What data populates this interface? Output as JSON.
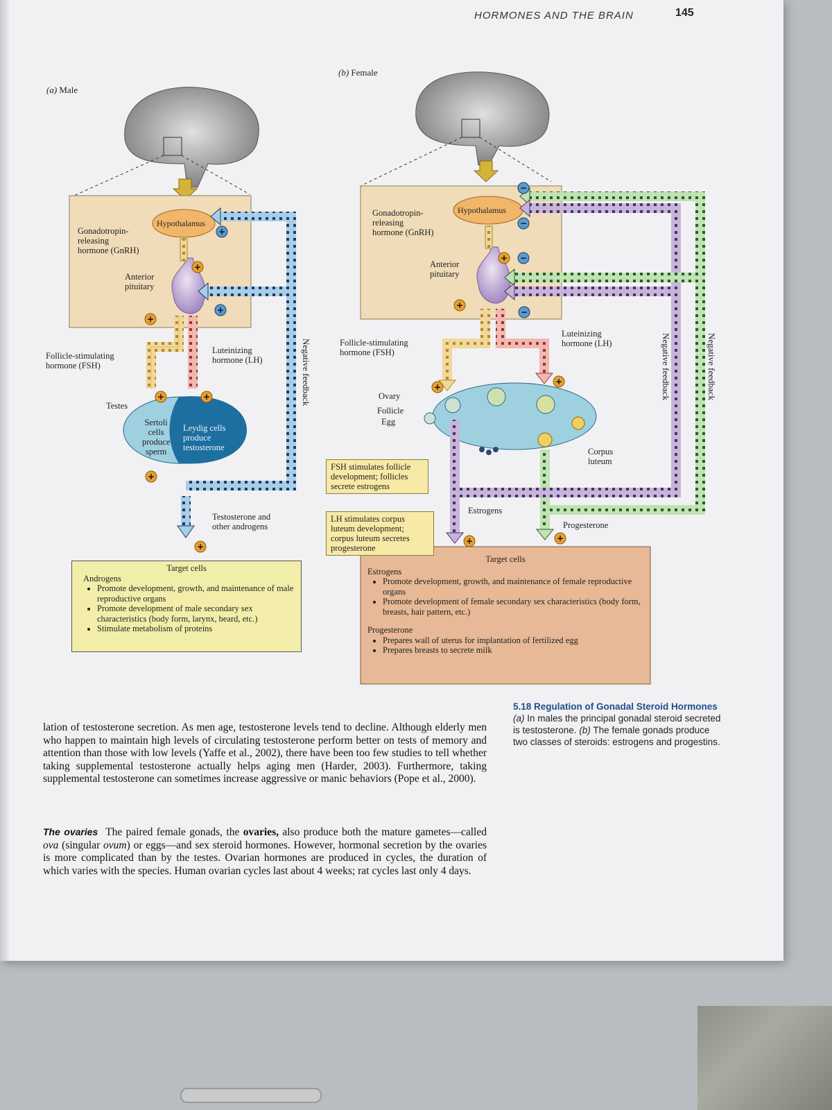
{
  "header": {
    "running_head": "HORMONES AND THE BRAIN",
    "page_number": "145"
  },
  "figure": {
    "male": {
      "panel_letter": "(a)",
      "panel_title": "Male",
      "hypothalamus": "Hypothalamus",
      "gnrh": "Gonadotropin-\nreleasing\nhormone (GnRH)",
      "anterior_pituitary": "Anterior\npituitary",
      "fsh": "Follicle-stimulating\nhormone (FSH)",
      "lh": "Luteinizing\nhormone (LH)",
      "testes": "Testes",
      "sertoli": "Sertoli\ncells\nproduce\nsperm",
      "leydig": "Leydig cells\nproduce\ntestosterone",
      "androgens_out": "Testosterone and\nother androgens",
      "negative_feedback": "Negative feedback",
      "plus": "+",
      "minus": "−",
      "target": {
        "title": "Target cells",
        "heading": "Androgens",
        "items": [
          "Promote development, growth, and maintenance of male reproductive organs",
          "Promote development of male secondary sex characteristics (body form, larynx, beard, etc.)",
          "Stimulate metabolism of proteins"
        ]
      }
    },
    "female": {
      "panel_letter": "(b)",
      "panel_title": "Female",
      "hypothalamus": "Hypothalamus",
      "gnrh": "Gonadotropin-\nreleasing\nhormone (GnRH)",
      "anterior_pituitary": "Anterior\npituitary",
      "fsh": "Follicle-stimulating\nhormone (FSH)",
      "lh": "Luteinizing\nhormone (LH)",
      "ovary": "Ovary",
      "follicle": "Follicle",
      "egg": "Egg",
      "corpus_luteum": "Corpus\nluteum",
      "estrogens": "Estrogens",
      "progesterone": "Progesterone",
      "negative_feedback": "Negative feedback",
      "fsh_box": "FSH stimulates follicle development; follicles secrete estrogens",
      "lh_box": "LH stimulates corpus luteum development; corpus luteum secretes progesterone",
      "target": {
        "title": "Target cells",
        "estrogens_heading": "Estrogens",
        "estrogens_items": [
          "Promote development, growth, and maintenance of female reproductive organs",
          "Promote development of female secondary sex characteristics (body form, breasts, hair pattern, etc.)"
        ],
        "progesterone_heading": "Progesterone",
        "progesterone_items": [
          "Prepares wall of uterus for implantation of fertilized egg",
          "Prepares breasts to secrete milk"
        ]
      }
    },
    "caption": {
      "number": "5.18",
      "title": "Regulation of Gonadal Steroid Hormones",
      "part_a_letter": "(a)",
      "part_a": "In males the principal gonadal steroid secreted is testosterone.",
      "part_b_letter": "(b)",
      "part_b": "The female gonads produce two classes of steroids: estrogens and progestins."
    }
  },
  "body": {
    "paragraph1": "lation of testosterone secretion. As men age, testosterone levels tend to decline. Although elderly men who happen to maintain high levels of circulating testosterone perform better on tests of memory and attention than those with low levels (Yaffe et al., 2002), there have been too few studies to tell whether taking supplemental testosterone actually helps aging men (Harder, 2003). Furthermore, taking supplemental testosterone can sometimes increase aggressive or manic behaviors (Pope et al., 2000).",
    "runin": "The ovaries",
    "paragraph2_a": "The paired female gonads, the ",
    "paragraph2_bold": "ovaries,",
    "paragraph2_b": " also produce both the mature gametes—called ",
    "ova": "ova",
    "paragraph2_c": " (singular ",
    "ovum": "ovum",
    "paragraph2_d": ") or eggs—and sex steroid hormones. However, hormonal secretion by the ovaries is more complicated than by the testes. Ovarian hormones are produced in cycles, the duration of which varies with the species. Human ovarian cycles last about 4 weeks; rat cycles last only 4 days."
  },
  "colors": {
    "box_tan": "#f0dcb8",
    "hypothalamus": "#f2b66a",
    "pituitary": "#b9a3cf",
    "blue_feedback": "#a9cde6",
    "green_feedback": "#bfe3b2",
    "purple_feedback": "#c7b5d9",
    "testis_light": "#9fd0e0",
    "testis_dark": "#1d6fa0",
    "male_target": "#f2eeaa",
    "female_target": "#e7b996",
    "caption_blue": "#1e4f8a"
  }
}
